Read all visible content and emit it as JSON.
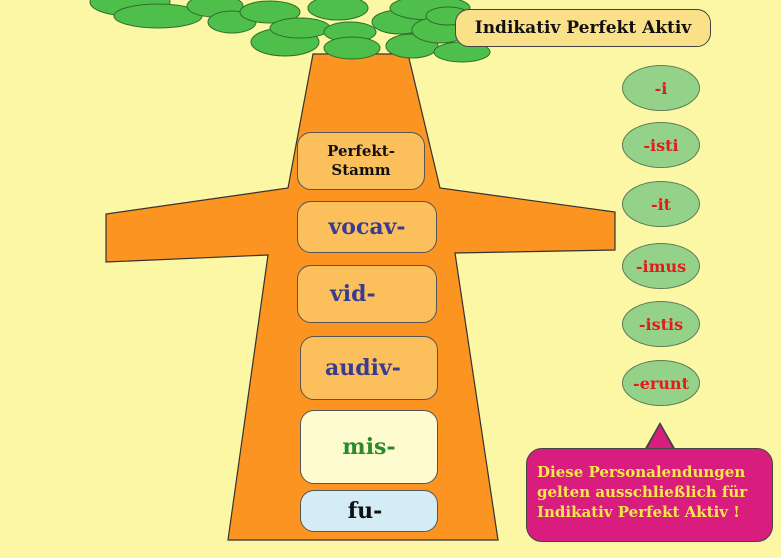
{
  "title": "Indikativ Perfekt Aktiv",
  "stem_header": [
    "Perfekt-",
    "Stamm"
  ],
  "stems": [
    "vocav-",
    "vid-",
    "audiv-",
    "mis-",
    "fu-"
  ],
  "endings": [
    "-i",
    "-isti",
    "-it",
    "-imus",
    "-istis",
    "-erunt"
  ],
  "note_lines": [
    "Diese Personalendungen",
    "gelten ausschließlich für",
    "Indikativ Perfekt Aktiv !"
  ],
  "colors": {
    "background": "#fbf7a4",
    "trunk": "#fb9420",
    "foliage": "#4dbf4a",
    "ending_fill": "#94d28a",
    "ending_text": "#e21c1c",
    "note_fill": "#d81d7e",
    "note_text": "#f7e84a"
  }
}
